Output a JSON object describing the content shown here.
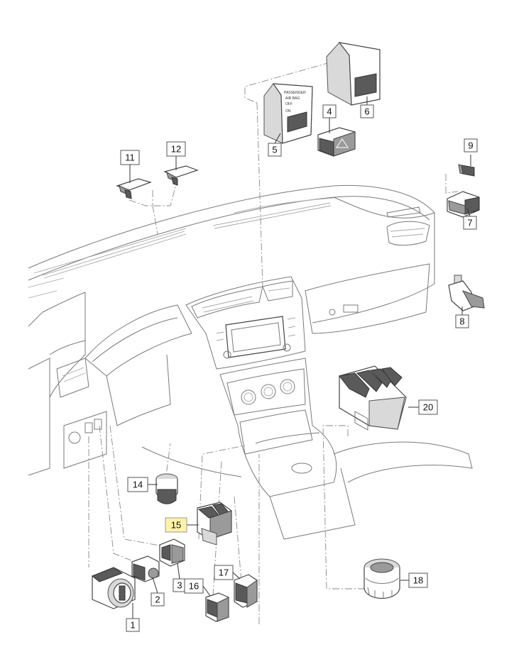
{
  "diagram": {
    "callouts": [
      {
        "id": "c1",
        "label": "1"
      },
      {
        "id": "c2",
        "label": "2"
      },
      {
        "id": "c3",
        "label": "3"
      },
      {
        "id": "c4",
        "label": "4"
      },
      {
        "id": "c5",
        "label": "5"
      },
      {
        "id": "c6",
        "label": "6"
      },
      {
        "id": "c7",
        "label": "7"
      },
      {
        "id": "c8",
        "label": "8"
      },
      {
        "id": "c9",
        "label": "9"
      },
      {
        "id": "c11",
        "label": "11"
      },
      {
        "id": "c12",
        "label": "12"
      },
      {
        "id": "c14",
        "label": "14"
      },
      {
        "id": "c15",
        "label": "15",
        "highlighted": true
      },
      {
        "id": "c16",
        "label": "16"
      },
      {
        "id": "c17",
        "label": "17"
      },
      {
        "id": "c18",
        "label": "18"
      },
      {
        "id": "c20",
        "label": "20"
      }
    ],
    "airbag_panel_text": [
      "PASSENGER",
      "AIR BAG",
      "OFF",
      "ON"
    ],
    "highlight_color": "#fff2a8"
  }
}
